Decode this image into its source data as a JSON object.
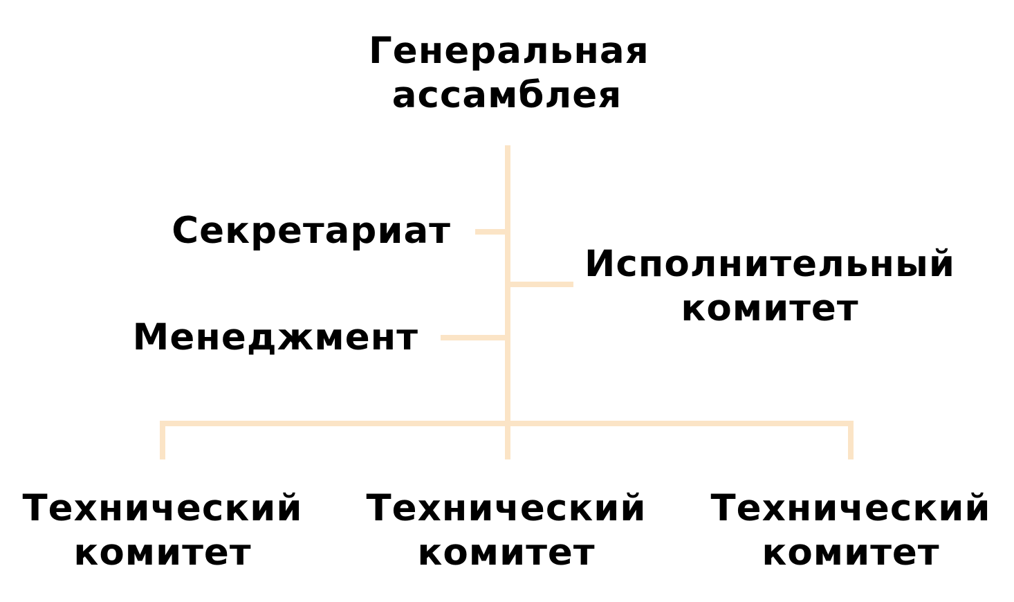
{
  "colors": {
    "connector": "#FBE4C6",
    "text": "#000000",
    "background": "#FFFFFF"
  },
  "nodes": {
    "general_assembly": {
      "lines": [
        "Генеральная",
        "ассамблея"
      ]
    },
    "secretariat": {
      "lines": [
        "Секретариат"
      ]
    },
    "management": {
      "lines": [
        "Менеджмент"
      ]
    },
    "executive_committee": {
      "lines": [
        "Исполнительный",
        "комитет"
      ]
    },
    "technical_committees": [
      {
        "lines": [
          "Технический",
          "комитет"
        ]
      },
      {
        "lines": [
          "Технический",
          "комитет"
        ]
      },
      {
        "lines": [
          "Технический",
          "комитет"
        ]
      }
    ]
  }
}
